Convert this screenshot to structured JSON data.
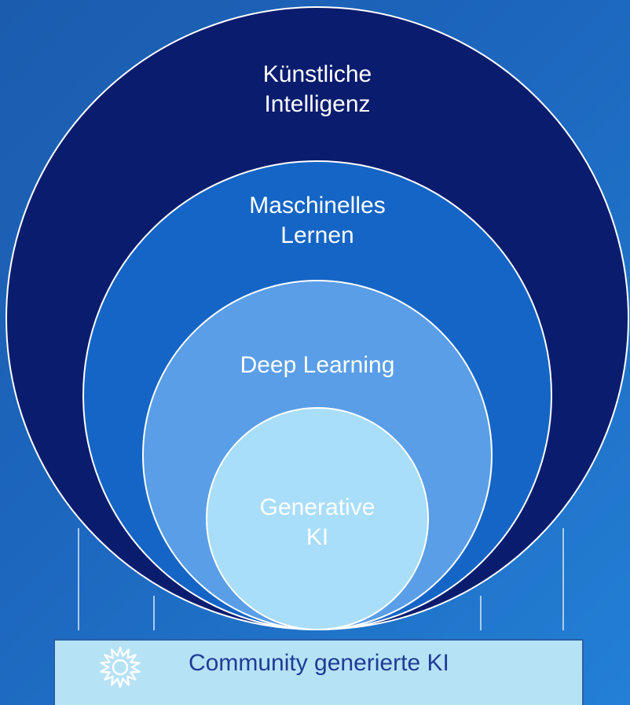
{
  "colors": {
    "ring_outer": "#0a1c6e",
    "ring_2": "#1565c6",
    "ring_3": "#5a9ee8",
    "ring_inner": "#a9defa",
    "ring_stroke": "#ffffff",
    "label_light": "#ffffff",
    "label_inner": "#ffffff",
    "footer_bg": "#b6e2f6",
    "footer_text": "#1f3c96"
  },
  "rings": [
    {
      "name": "ai",
      "lines": [
        "Künstliche",
        "Intelligenz"
      ]
    },
    {
      "name": "ml",
      "lines": [
        "Maschinelles",
        "Lernen"
      ]
    },
    {
      "name": "dl",
      "lines": [
        "Deep Learning"
      ]
    },
    {
      "name": "genai",
      "lines": [
        "Generative",
        "KI"
      ]
    }
  ],
  "footer": {
    "label": "Community generierte KI",
    "icon": "starburst-icon"
  }
}
